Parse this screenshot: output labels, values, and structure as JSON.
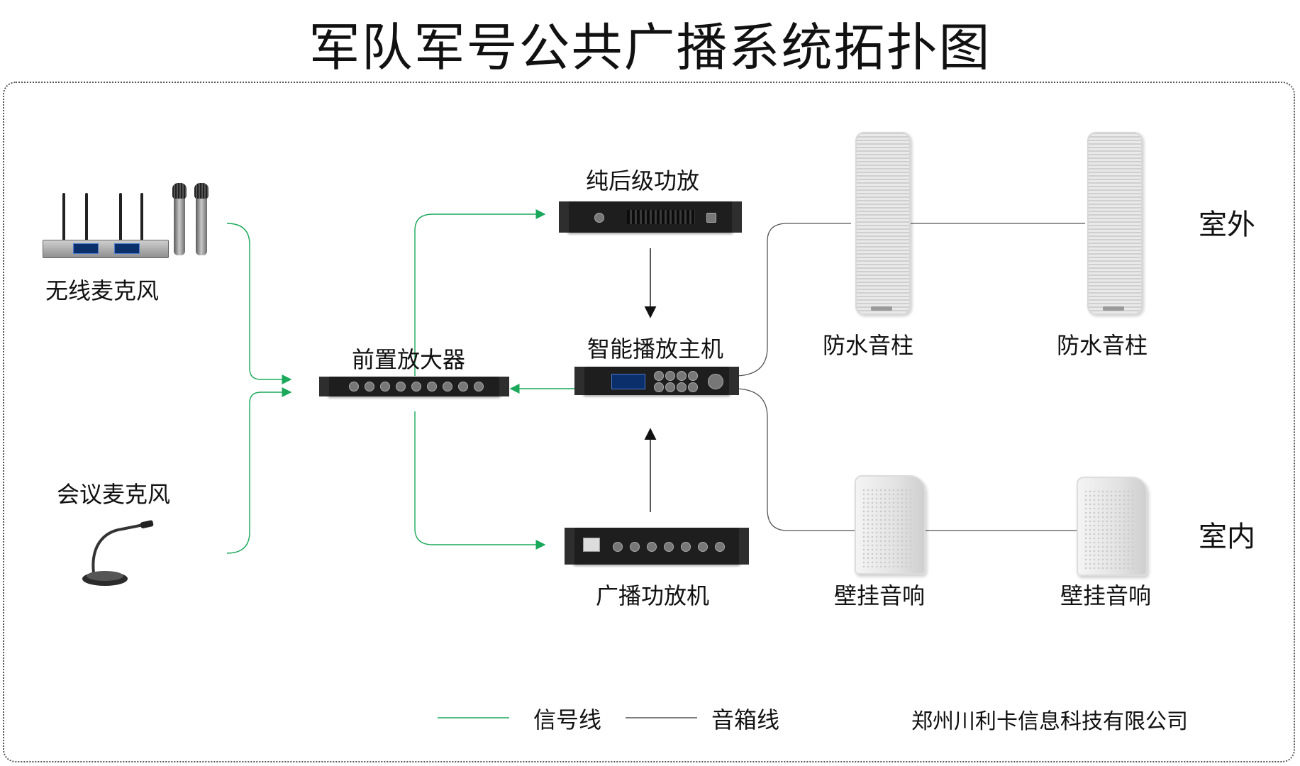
{
  "title": "军队军号公共广播系统拓扑图",
  "devices": {
    "wireless_mic": "无线麦克风",
    "conference_mic": "会议麦克风",
    "preamp": "前置放大器",
    "power_amp": "纯后级功放",
    "smart_host": "智能播放主机",
    "broadcast_amp": "广播功放机",
    "outdoor_speaker_1": "防水音柱",
    "outdoor_speaker_2": "防水音柱",
    "indoor_speaker_1": "壁挂音响",
    "indoor_speaker_2": "壁挂音响"
  },
  "zones": {
    "outdoor": "室外",
    "indoor": "室内"
  },
  "legend": {
    "signal": "信号线",
    "speaker": "音箱线"
  },
  "company": "郑州川利卡信息科技有限公司",
  "colors": {
    "signal_line": "#1aa85a",
    "speaker_line": "#444444",
    "frame": "#555555"
  }
}
